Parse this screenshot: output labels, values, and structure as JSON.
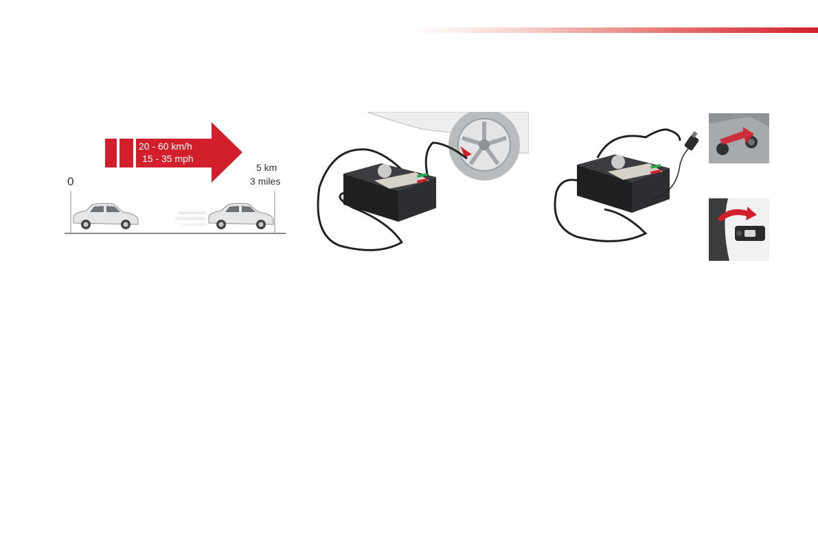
{
  "header": {
    "accent_color": "#d21f2c"
  },
  "speed_figure": {
    "speed_kmh": "20 - 60 km/h",
    "speed_mph": "15 - 35 mph",
    "start_label": "0",
    "distance_km": "5 km",
    "distance_miles": "3 miles",
    "arrow_color": "#d21f2c"
  },
  "icons": {
    "car": "car-icon",
    "compressor": "compressor-icon",
    "wheel": "wheel-icon",
    "plug": "power-plug-icon",
    "ignition": "ignition-key-icon"
  }
}
